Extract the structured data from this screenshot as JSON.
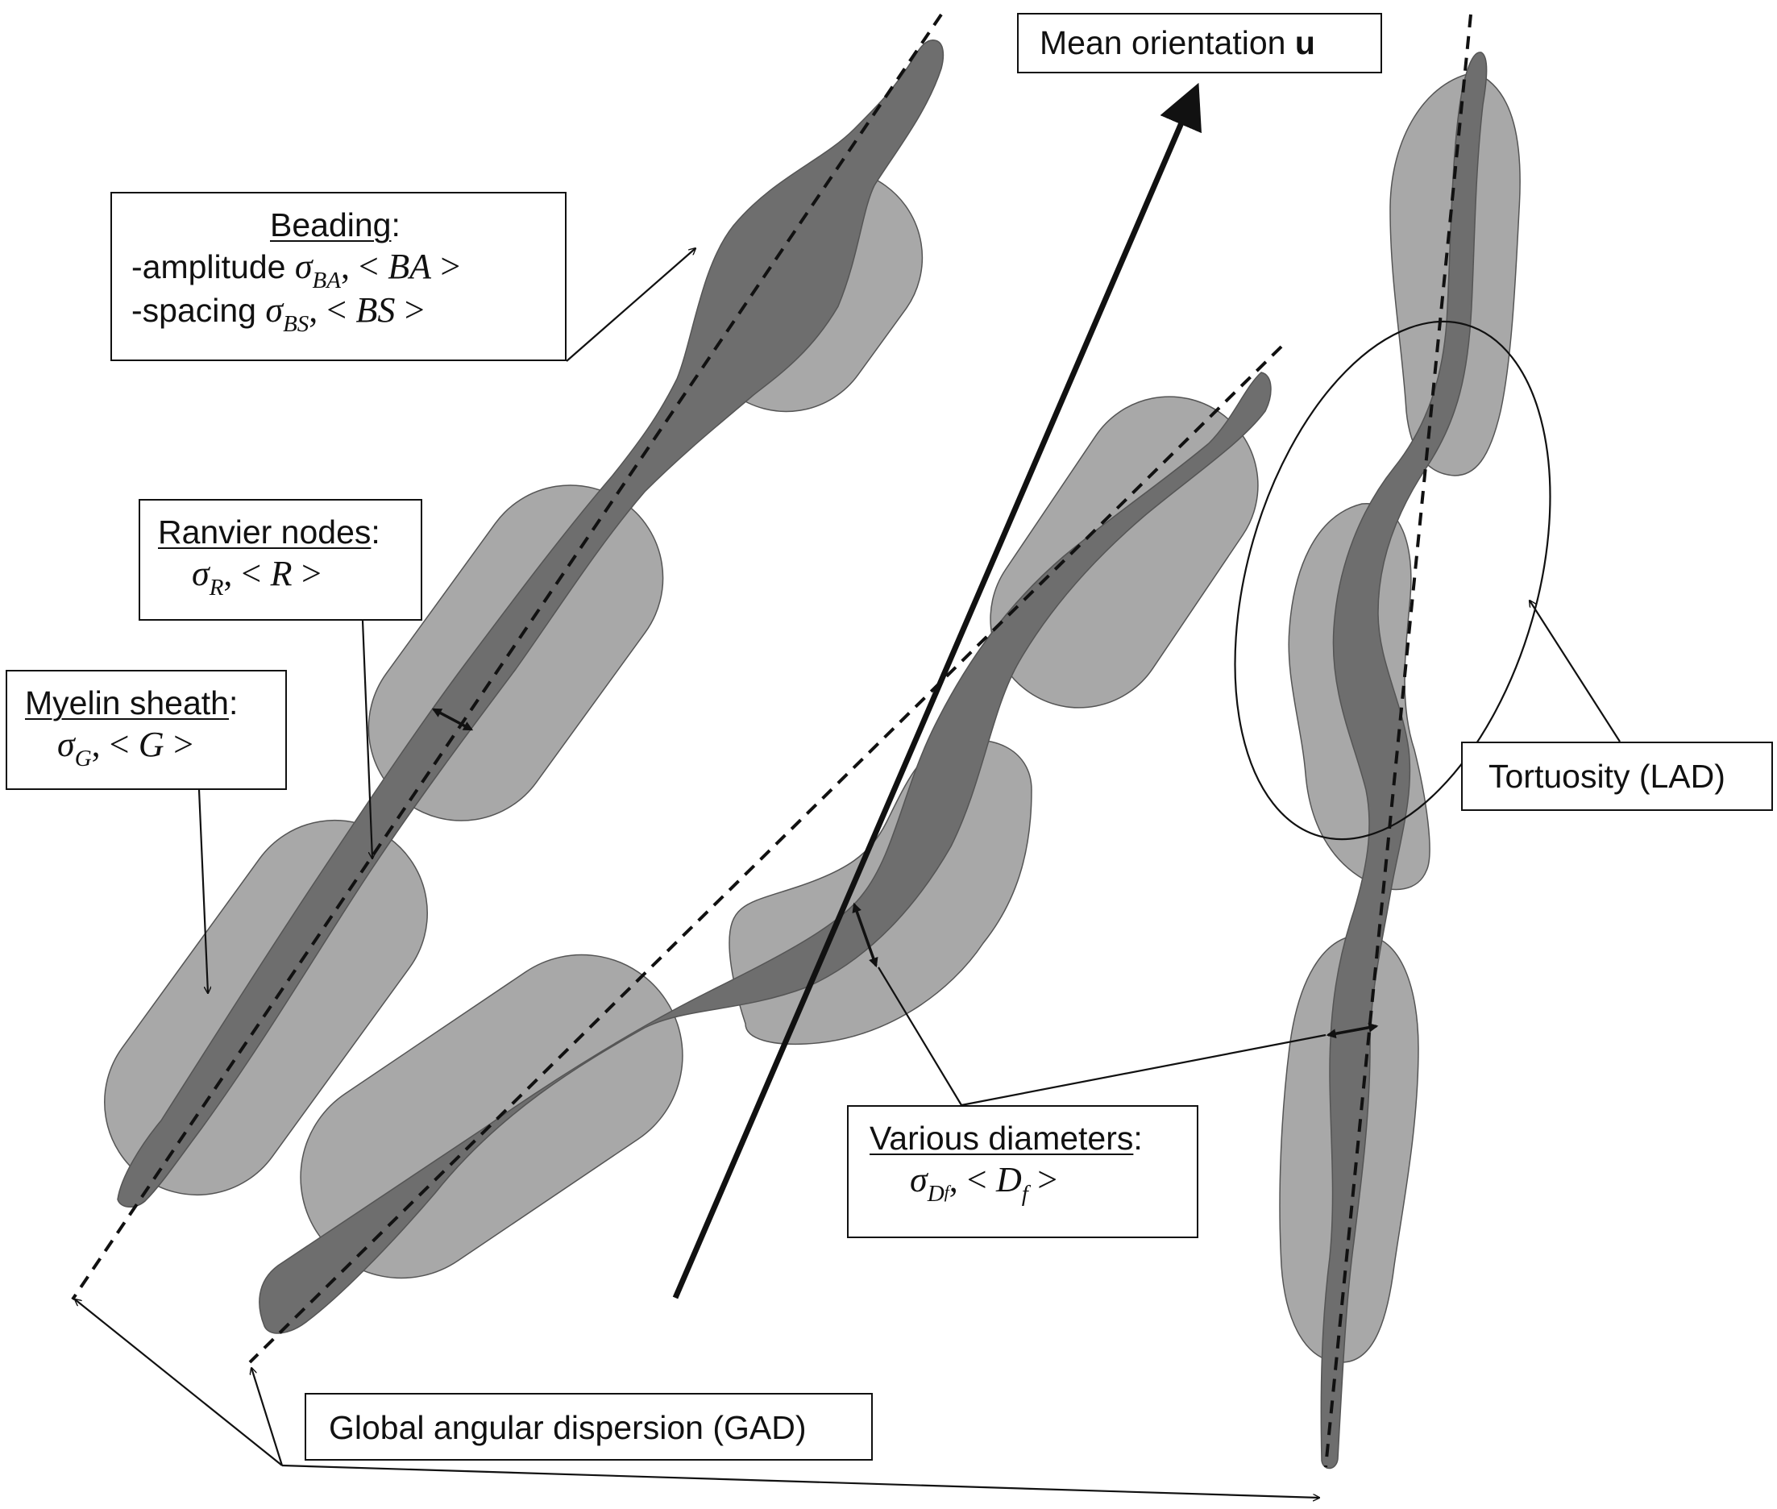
{
  "labels": {
    "mean_orientation": {
      "text": "Mean orientation ",
      "symbol": "u"
    },
    "beading": {
      "title": "Beading",
      "colon": ":",
      "amplitude_prefix": "-amplitude ",
      "amplitude_sigma": "σ",
      "amplitude_sub": "BA",
      "amplitude_mean": "BA",
      "spacing_prefix": "-spacing ",
      "spacing_sigma": "σ",
      "spacing_sub": "BS",
      "spacing_mean": "BS"
    },
    "ranvier": {
      "title": "Ranvier nodes",
      "colon": ":",
      "sigma": "σ",
      "sub": "R",
      "mean": "R"
    },
    "myelin": {
      "title": "Myelin sheath",
      "colon": ":",
      "sigma": "σ",
      "sub": "G",
      "mean": "G"
    },
    "diameters": {
      "title": "Various diameters",
      "colon": ":",
      "sigma": "σ",
      "sub": "D",
      "subsub": "f",
      "mean": "D",
      "mean_sub": "f"
    },
    "tortuosity": {
      "text": "Tortuosity (LAD)"
    },
    "gad": {
      "text": "Global angular dispersion (GAD)"
    },
    "comma_lt": ", <",
    "gt": ">"
  },
  "colors": {
    "myelin_fill": "#a8a8a8",
    "axon_fill": "#6e6e6e",
    "outline": "#555555",
    "stroke": "#111111"
  }
}
